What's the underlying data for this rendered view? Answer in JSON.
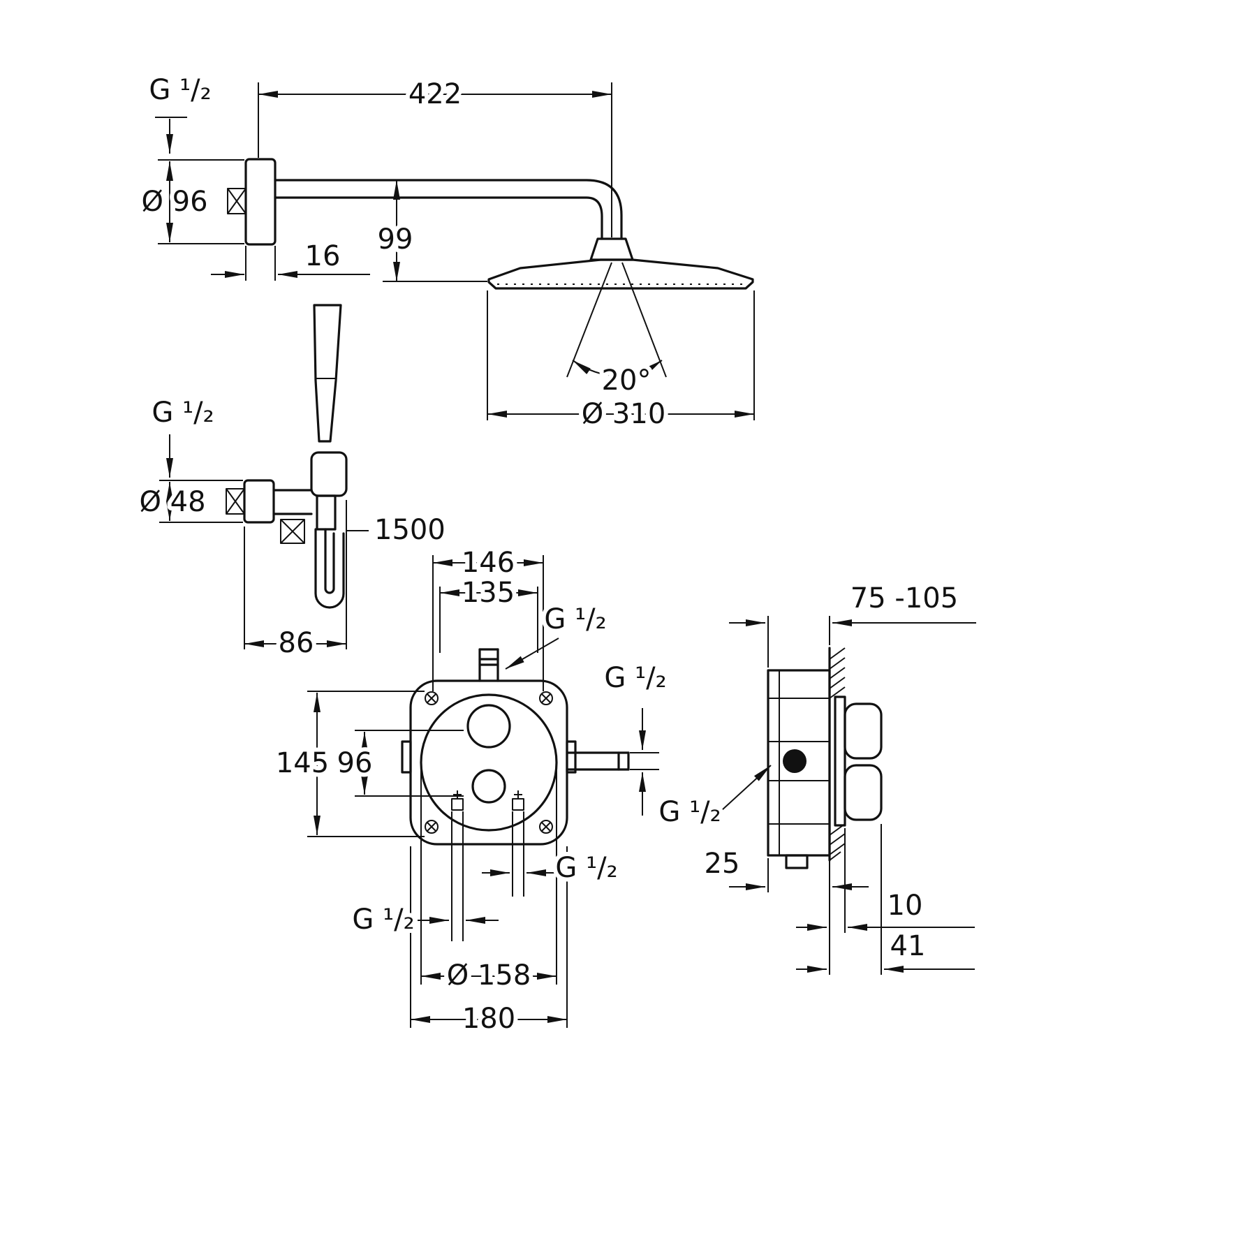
{
  "drawing": {
    "background": "#ffffff",
    "line_color": "#111111",
    "views": {
      "head_shower": {
        "labels": {
          "wall_thread": "G ¹/₂",
          "arm_length": "422",
          "flange_diameter": "Ø 96",
          "flange_depth": "16",
          "head_height": "99",
          "spray_angle": "20°",
          "head_diameter": "Ø 310"
        }
      },
      "hand_shower": {
        "labels": {
          "wall_thread": "G ¹/₂",
          "holder_diameter": "Ø 48",
          "hose_length": "1500",
          "holder_depth": "86"
        }
      },
      "mixer_front": {
        "labels": {
          "top_width_outer": "146",
          "top_width_inner": "135",
          "top_thread": "G ¹/₂",
          "right_thread": "G ¹/₂",
          "height_outer": "145",
          "height_inner": "96",
          "bottom_left_thread": "G ¹/₂",
          "bottom_right_thread": "G ¹/₂",
          "rosette_diameter": "Ø 158",
          "box_width": "180"
        }
      },
      "mixer_side": {
        "labels": {
          "install_depth_range": "75 -105",
          "thread": "G ¹/₂",
          "box_min_depth": "25",
          "trim_offset": "10",
          "trim_depth": "41"
        }
      }
    }
  }
}
